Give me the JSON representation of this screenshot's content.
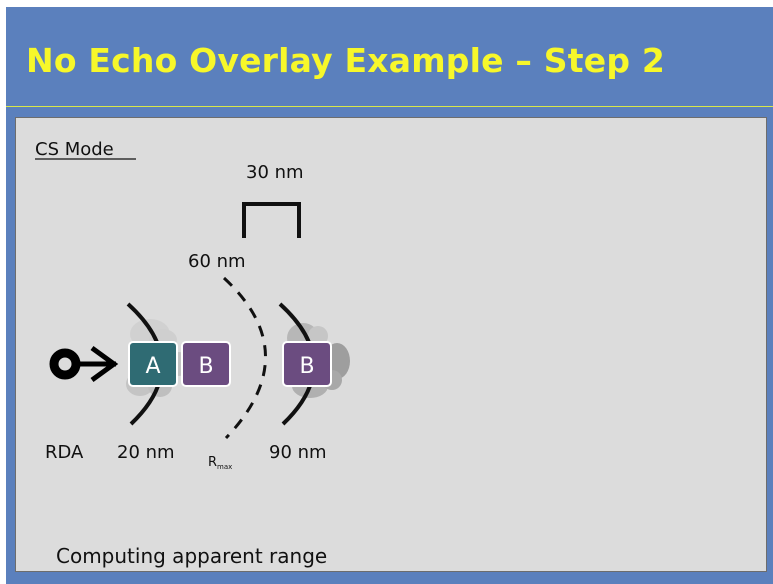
{
  "title": "No Echo Overlay Example – Step 2",
  "mode_label": "CS Mode",
  "labels": {
    "range_30": "30 nm",
    "range_60": "60 nm",
    "rda": "RDA",
    "range_20": "20 nm",
    "rmax_main": "R",
    "rmax_sub": "max",
    "range_90": "90 nm"
  },
  "targets": [
    {
      "label": "A",
      "color": "#2f6b73"
    },
    {
      "label": "B",
      "color": "#6b4c80"
    },
    {
      "label": "B",
      "color": "#6b4c80"
    }
  ],
  "status_text": "Computing apparent range",
  "colors": {
    "slide_bg": "#5b80bd",
    "title": "#f7f72a",
    "panel_bg": "#dcdcdc"
  }
}
